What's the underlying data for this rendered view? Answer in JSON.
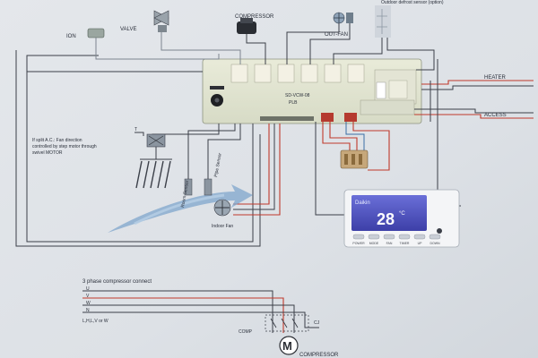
{
  "labels": {
    "ion": "ION",
    "valve": "VALVE",
    "compressor_top": "COMPRESSOR",
    "out_fan": "OUT-FAN",
    "defrost_sensor": "Outdoor defrost sensor (option)",
    "heater": "HEATER",
    "access": "ACCESS",
    "board_model": "SD-VCW-08",
    "board_sub": "PLB",
    "swing_note_1": "If split A.C.: Fan direction",
    "swing_note_2": "controlled by step motor through",
    "swing_note_3": "swivel MOTOR",
    "room_sensor": "Room Sensor",
    "pipe_sensor": "Pipe Sensor",
    "indoor_fan": "Indoor Fan",
    "three_phase": "3 phase compressor connect",
    "phase_u": "U",
    "phase_v": "V",
    "phase_w": "W",
    "phase_n": "N",
    "line_note": "L,H,L,V or W",
    "comp": "COMP",
    "contactor": "CJ",
    "motor_letter": "M",
    "compressor_bottom": "COMPRESSOR"
  },
  "thermostat": {
    "brand": "Daikin",
    "temperature": "28",
    "degree": "°C",
    "buttons": [
      "POWER",
      "MODE",
      "FAN",
      "TIMER",
      "UP",
      "DOWN"
    ]
  }
}
